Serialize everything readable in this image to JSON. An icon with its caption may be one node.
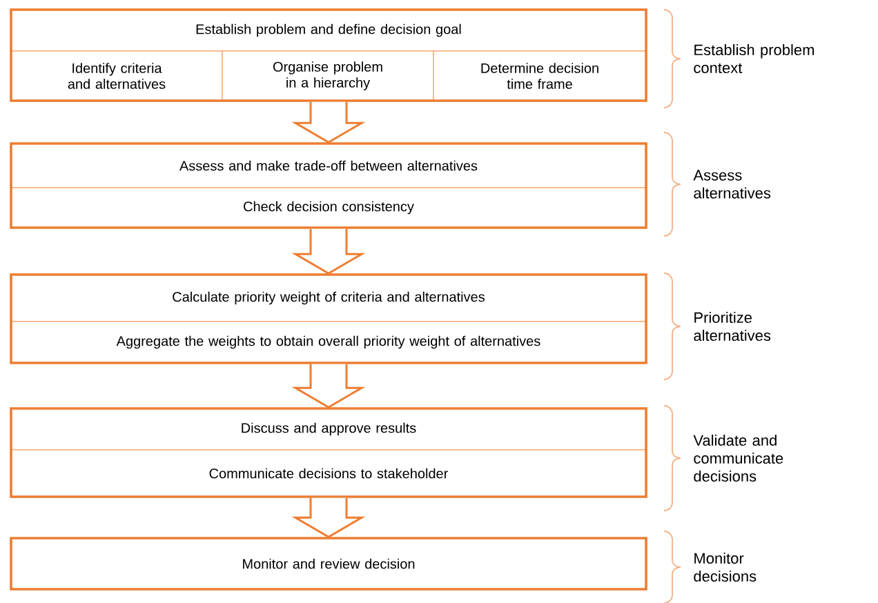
{
  "diagram": {
    "nodes": [
      {
        "text": [],
        "shape": "box"
      },
      {
        "text": [
          "Establish problem and define decision goal"
        ],
        "in": 0
      },
      {
        "text": [
          "Identify criteria and alternatives"
        ],
        "in": 0
      },
      {
        "text": [
          "Organise problem in a hierarchy"
        ],
        "in": 0
      },
      {
        "text": [
          "Determine decision time frame"
        ],
        "in": 0
      },
      {
        "text": [],
        "shape": "box"
      },
      {
        "text": [
          "Assess and make trade-off between alternatives"
        ],
        "in": 5
      },
      {
        "text": [
          "Check decision consistency"
        ],
        "in": 5
      },
      {
        "text": [],
        "shape": "box"
      },
      {
        "text": [
          "Calculate priority weight of criteria and alternatives"
        ],
        "in": 8
      },
      {
        "text": [
          "Aggregate the weights to obtain overall priority weight of alternatives"
        ],
        "in": 8
      },
      {
        "text": [],
        "shape": "box"
      },
      {
        "text": [
          "Discuss and approve results"
        ],
        "in": 11
      },
      {
        "text": [
          "Communicate decisions to stakeholder"
        ],
        "in": 11
      },
      {
        "text": [
          "Monitor and review decision"
        ]
      }
    ],
    "edges": [
      {
        "from": 0,
        "to": 5,
        "arrow": "to"
      },
      {
        "from": 5,
        "to": 8,
        "arrow": "to"
      },
      {
        "from": 8,
        "to": 11,
        "arrow": "to"
      },
      {
        "from": 11,
        "to": 14,
        "arrow": "to"
      }
    ],
    "labels": [
      "Establish problem context",
      "Assess alternatives",
      "Prioritize alternatives",
      "Validate and communicate decisions",
      "Monitor decisions"
    ]
  }
}
